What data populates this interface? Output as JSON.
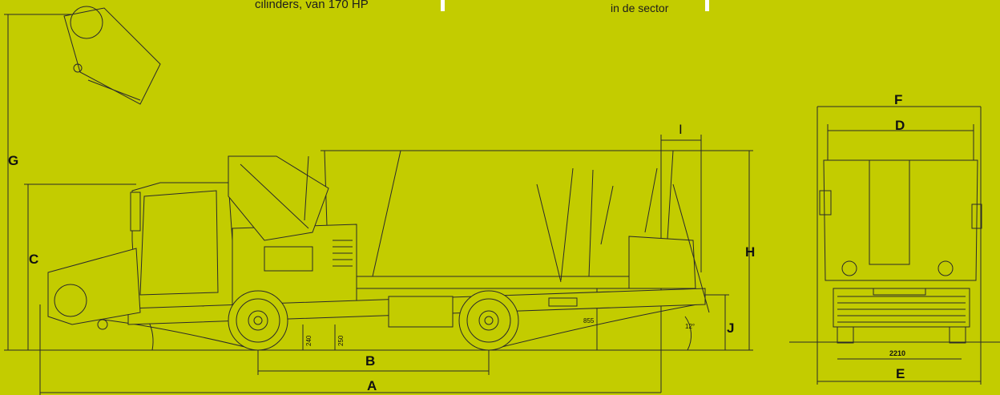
{
  "captions": {
    "left": "cilinders, van 170 HP",
    "right": "in de sector"
  },
  "dimension_labels": {
    "A": "A",
    "B": "B",
    "C": "C",
    "D": "D",
    "E": "E",
    "F": "F",
    "G": "G",
    "H": "H",
    "I": "I",
    "J": "J"
  },
  "measurements": {
    "m240": "240",
    "m250": "250",
    "m855": "855",
    "angle": "12°",
    "width": "2210"
  },
  "colors": {
    "background": "#c3cc00",
    "line": "#2a2a2a",
    "accent_bar": "#ffffff"
  }
}
